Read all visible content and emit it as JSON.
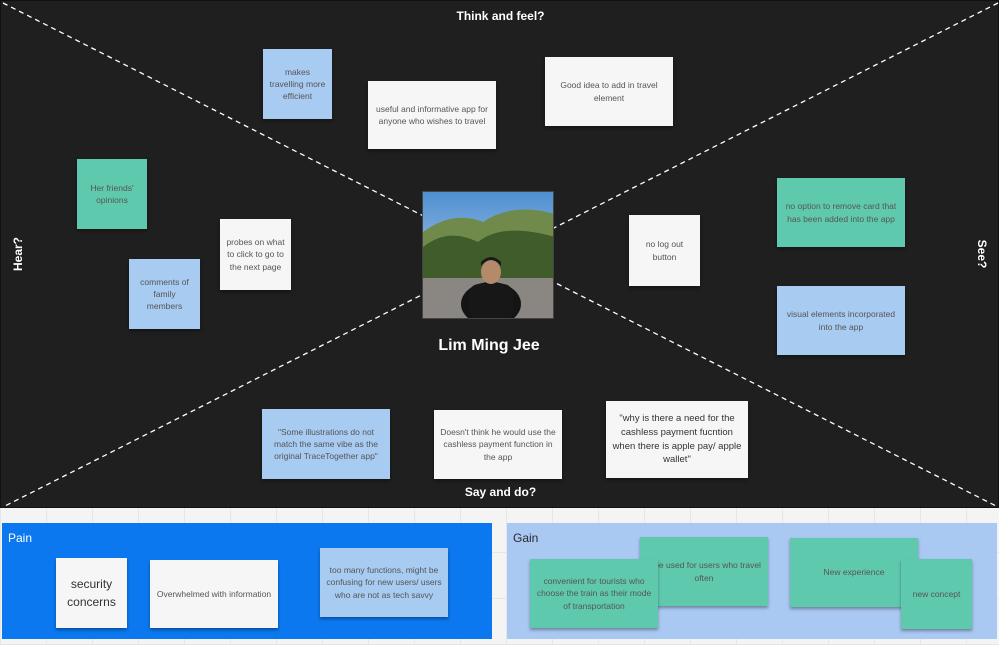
{
  "map": {
    "quadrants": {
      "think_feel": "Think and feel?",
      "hear": "Hear?",
      "see": "See?",
      "say_do": "Say and do?"
    },
    "persona": {
      "name": "Lim Ming Jee"
    },
    "think_feel_notes": [
      "makes travelling more efficient",
      "useful and informative app for anyone who wishes to travel",
      "Good idea to add in travel element"
    ],
    "hear_notes": [
      "Her friends' opinions",
      "probes on what to click to go to the next page",
      "comments of family members"
    ],
    "see_notes": [
      "no option to remove card that has been added into the app",
      "no log out button",
      "visual elements incorporated into the app"
    ],
    "say_do_notes": [
      "\"Some illustrations do not match the same vibe as the original TraceTogether app\"",
      "Doesn't think he would use the cashless payment function in the app",
      "\"why is there a need for the cashless payment fucntion when there is apple pay/ apple wallet\""
    ]
  },
  "pain": {
    "title": "Pain",
    "notes": [
      "security concerns",
      "Overwhelmed with information",
      "too many functions, might be confusing for new users/ users who are not as tech savvy"
    ]
  },
  "gain": {
    "title": "Gain",
    "notes": [
      "convenient for tourists who choose the train as their mode of transportation",
      "n be used for users who travel often",
      "New experience",
      "new concept"
    ]
  },
  "colors": {
    "board": "#1f1f1f",
    "note_white": "#f6f6f6",
    "note_blue": "#a8cbf2",
    "note_teal": "#5fc9ae",
    "pain_panel": "#0b78ef",
    "gain_panel": "#a9c8f2"
  }
}
